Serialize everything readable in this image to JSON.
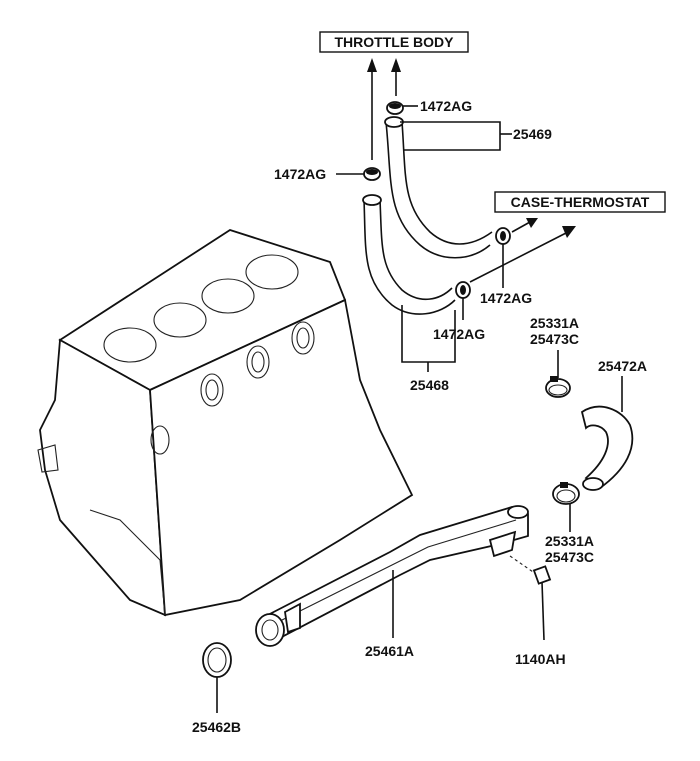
{
  "labels": {
    "throttle_body": "THROTTLE BODY",
    "case_thermostat": "CASE-THERMOSTAT",
    "clip_top": "1472AG",
    "hose_upper": "25469",
    "clip_left": "1472AG",
    "clip_right_a": "1472AG",
    "clip_right_b": "1472AG",
    "hose_lower": "25468",
    "clamp_upper_a": "25331A",
    "clamp_upper_b": "25473C",
    "hose_bypass": "25472A",
    "clamp_lower_a": "25331A",
    "clamp_lower_b": "25473C",
    "water_pipe": "25461A",
    "bolt": "1140AH",
    "gasket": "25462B"
  }
}
